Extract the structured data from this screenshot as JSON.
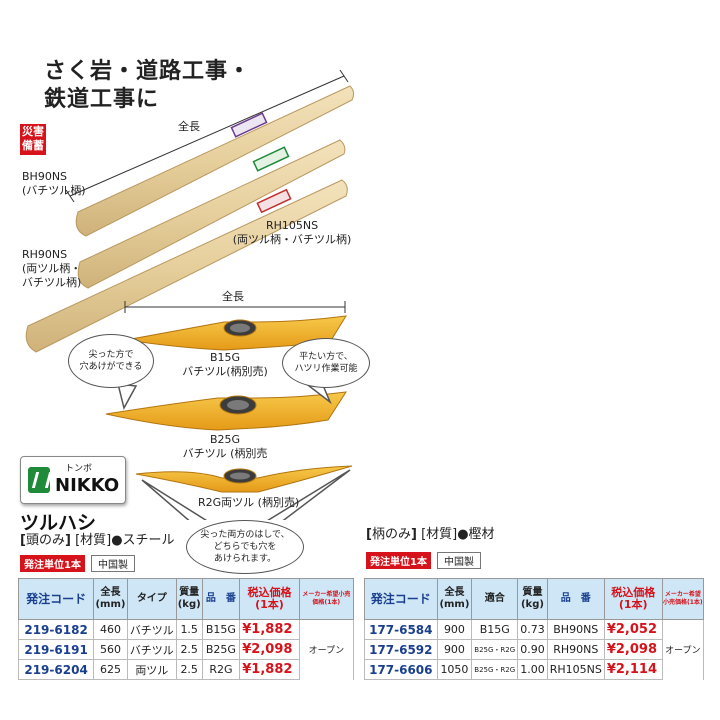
{
  "headline": {
    "line1": "さく岩・道路工事・",
    "line2": "鉄道工事に"
  },
  "badge": {
    "line1": "災害",
    "line2": "備蓄"
  },
  "handles": {
    "overall_length_label": "全長",
    "label_bh90ns": {
      "model": "BH90NS",
      "desc": "(バチツル柄)"
    },
    "label_rh90ns": {
      "model": "RH90NS",
      "desc1": "(両ツル柄・",
      "desc2": "バチツル柄)"
    },
    "label_rh105ns": {
      "model": "RH105NS",
      "desc": "(両ツル柄・バチツル柄)"
    }
  },
  "heads": {
    "overall_length_label": "全長",
    "b15g": {
      "model": "B15G",
      "desc": "バチツル(柄別売)"
    },
    "b25g": {
      "model": "B25G",
      "desc": "バチツル (柄別売"
    },
    "r2g": {
      "model": "R2G両ツル (柄別売)"
    }
  },
  "callouts": {
    "pointed": {
      "line1": "尖った方で",
      "line2": "穴あけができる"
    },
    "flat": {
      "line1": "平たい方で、",
      "line2": "ハツリ作業可能"
    },
    "both": {
      "line1": "尖った両方のはしで、",
      "line2": "どちらでも穴を",
      "line3": "あけられます。"
    }
  },
  "brand": {
    "sub": "トンボ",
    "name": "NIKKO"
  },
  "product_name": "ツルハシ",
  "left_section": {
    "spec_bracket": "頭のみ",
    "spec_material_label": "[材質]",
    "spec_material": "●スチール",
    "order_unit": "発注単位1本",
    "origin": "中国製",
    "headers": {
      "code": "発注コード",
      "length": "全長",
      "length_unit": "(mm)",
      "type": "タイプ",
      "weight": "質量",
      "weight_unit": "(kg)",
      "model": "品　番",
      "price": "税込価格",
      "price_unit": "(1本)",
      "maker": "メーカー希望小売価格(1本)"
    },
    "maker_value": "オープン",
    "rows": [
      {
        "code": "219-6182",
        "length": "460",
        "type": "バチツル",
        "weight": "1.5",
        "model": "B15G",
        "price": "¥1,882"
      },
      {
        "code": "219-6191",
        "length": "560",
        "type": "バチツル",
        "weight": "2.5",
        "model": "B25G",
        "price": "¥2,098"
      },
      {
        "code": "219-6204",
        "length": "625",
        "type": "両ツル",
        "weight": "2.5",
        "model": "R2G",
        "price": "¥1,882"
      }
    ]
  },
  "right_section": {
    "spec_bracket": "柄のみ",
    "spec_material_label": "[材質]",
    "spec_material": "●樫材",
    "order_unit": "発注単位1本",
    "origin": "中国製",
    "headers": {
      "code": "発注コード",
      "length": "全長",
      "length_unit": "(mm)",
      "fit": "適合",
      "weight": "質量",
      "weight_unit": "(kg)",
      "model": "品　番",
      "price": "税込価格",
      "price_unit": "(1本)",
      "maker": "メーカー希望小売価格(1本)"
    },
    "maker_value": "オープン",
    "rows": [
      {
        "code": "177-6584",
        "length": "900",
        "fit": "B15G",
        "weight": "0.73",
        "model": "BH90NS",
        "price": "¥2,052"
      },
      {
        "code": "177-6592",
        "length": "900",
        "fit": "B25G・R2G",
        "weight": "0.90",
        "model": "RH90NS",
        "price": "¥2,098"
      },
      {
        "code": "177-6606",
        "length": "1050",
        "fit": "B25G・R2G",
        "weight": "1.00",
        "model": "RH105NS",
        "price": "¥2,114"
      }
    ]
  },
  "colors": {
    "wood": "#e8d3a6",
    "steel": "#f2b32c",
    "accent_red": "#d6131b",
    "header_blue": "#cfe6f6",
    "code_blue": "#1a3f8f"
  }
}
